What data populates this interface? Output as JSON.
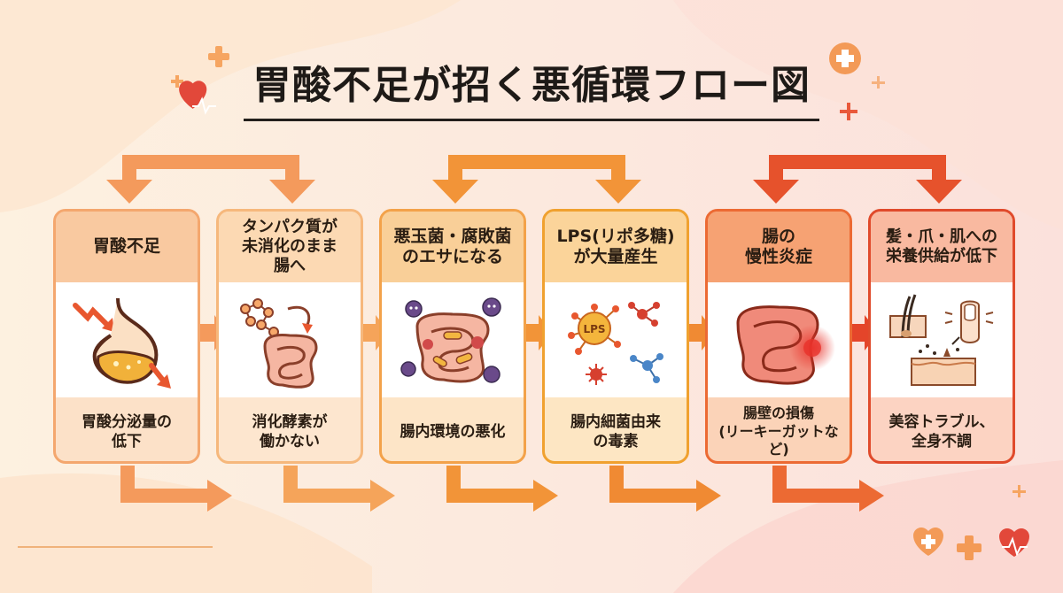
{
  "title": "胃酸不足が招く悪循環フロー図",
  "colors": {
    "accent_light": "#f4a26a",
    "accent_mid": "#f29438",
    "accent_dark": "#e4542d"
  },
  "steps": [
    {
      "head": "胃酸不足",
      "foot": "胃酸分泌量の\n低下",
      "icon": "stomach-icon"
    },
    {
      "head": "タンパク質が\n未消化のまま\n腸へ",
      "foot": "消化酵素が\n働かない",
      "icon": "intestine-molecule-icon"
    },
    {
      "head": "悪玉菌・腐敗菌\nのエサになる",
      "foot": "腸内環境の悪化",
      "icon": "bacteria-intestine-icon"
    },
    {
      "head": "LPS(リポ多糖)\nが大量産生",
      "foot": "腸内細菌由来\nの毒素",
      "icon": "lps-molecule-icon",
      "badge": "LPS"
    },
    {
      "head": "腸の\n慢性炎症",
      "foot": "腸壁の損傷\n(リーキーガットなど)",
      "icon": "inflamed-intestine-icon"
    },
    {
      "head": "髪・爪・肌への\n栄養供給が低下",
      "foot": "美容トラブル、\n全身不調",
      "icon": "hair-nail-skin-icon"
    }
  ]
}
